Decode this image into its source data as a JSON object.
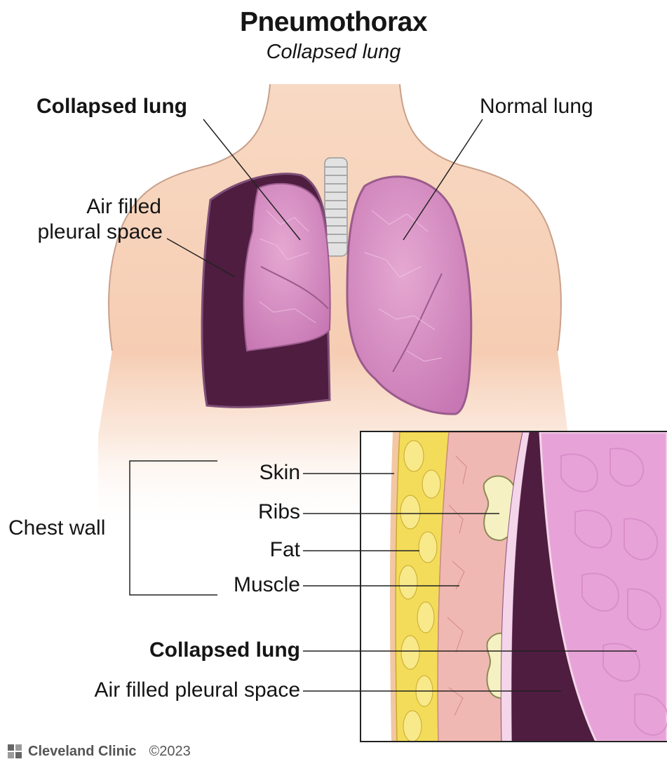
{
  "title": "Pneumothorax",
  "subtitle": "Collapsed lung",
  "labels": {
    "collapsed_lung_top": "Collapsed lung",
    "normal_lung": "Normal lung",
    "air_filled_line1": "Air filled",
    "air_filled_line2": "pleural space",
    "skin": "Skin",
    "ribs": "Ribs",
    "chest_wall": "Chest wall",
    "fat": "Fat",
    "muscle": "Muscle",
    "collapsed_lung_bottom": "Collapsed lung",
    "air_filled_bottom": "Air filled pleural space"
  },
  "footer": {
    "brand": "Cleveland Clinic",
    "copyright": "©2023"
  },
  "colors": {
    "skin": "#f6d0b6",
    "lung": "#d88fc0",
    "lung_dark": "#b86ba6",
    "pleural_space": "#4e1d40",
    "fat": "#f3dc5a",
    "muscle": "#f0b8b2",
    "rib": "#f5f0c0",
    "inset_lung": "#e7a3d8",
    "trachea": "#dcdcdc"
  }
}
